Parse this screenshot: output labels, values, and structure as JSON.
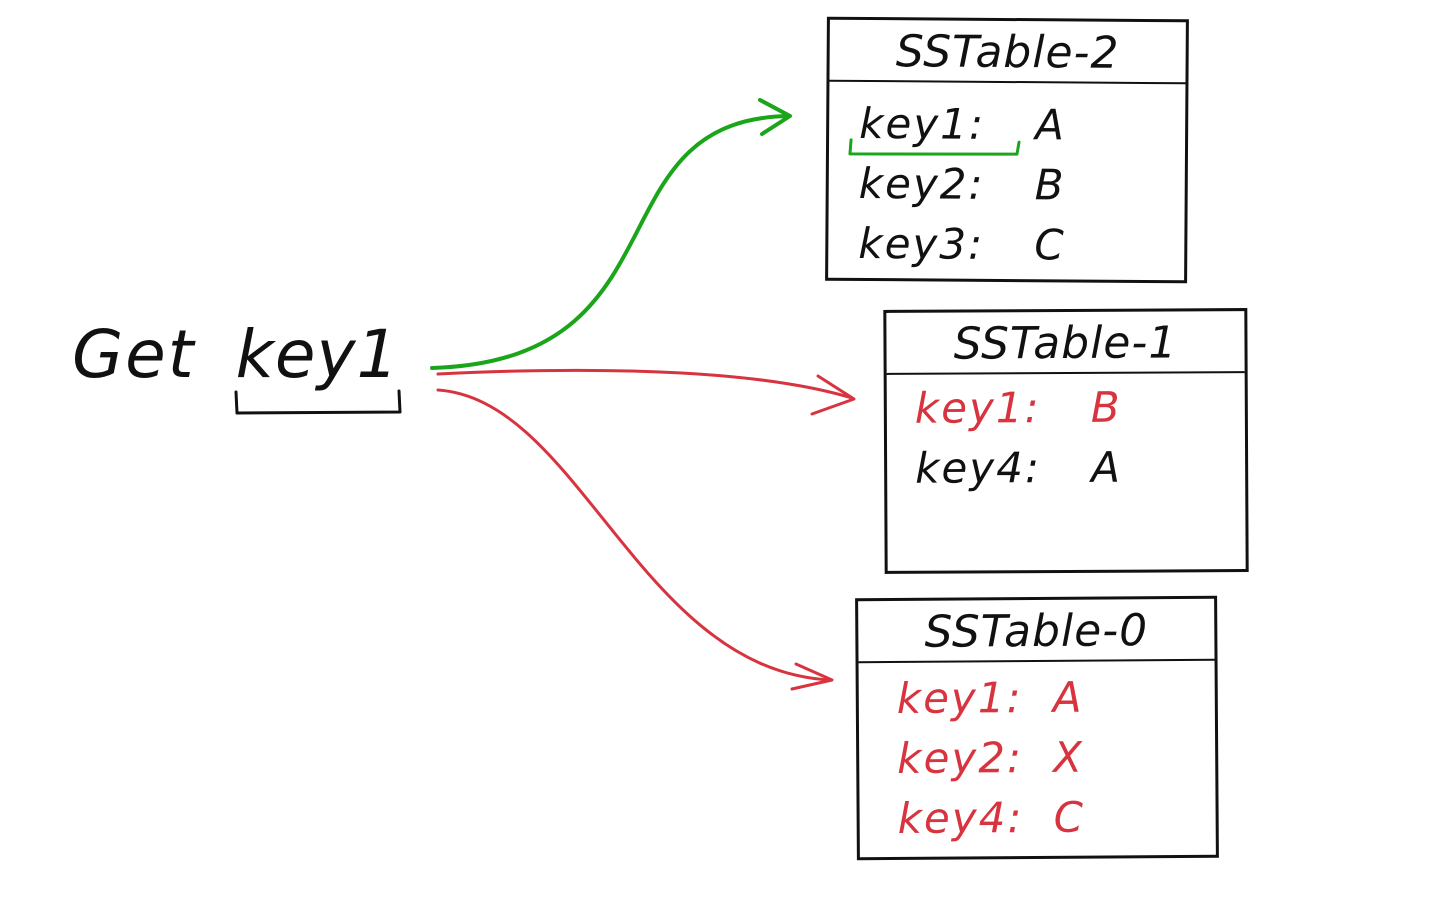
{
  "query": {
    "verb": "Get",
    "key": "key1"
  },
  "colors": {
    "found": "#1aa51a",
    "not_found": "#d8343f",
    "ink": "#111111"
  },
  "sstables": [
    {
      "title": "SSTable-2",
      "entries": [
        {
          "key": "key1:",
          "value": "A",
          "status": "found"
        },
        {
          "key": "key2:",
          "value": "B",
          "status": "normal"
        },
        {
          "key": "key3:",
          "value": "C",
          "status": "normal"
        }
      ]
    },
    {
      "title": "SSTable-1",
      "entries": [
        {
          "key": "key1:",
          "value": "B",
          "status": "skipped"
        },
        {
          "key": "key4:",
          "value": "A",
          "status": "normal"
        }
      ]
    },
    {
      "title": "SSTable-0",
      "entries": [
        {
          "key": "key1:",
          "value": "A",
          "status": "skipped"
        },
        {
          "key": "key2:",
          "value": "X",
          "status": "skipped"
        },
        {
          "key": "key4:",
          "value": "C",
          "status": "skipped"
        }
      ]
    }
  ]
}
